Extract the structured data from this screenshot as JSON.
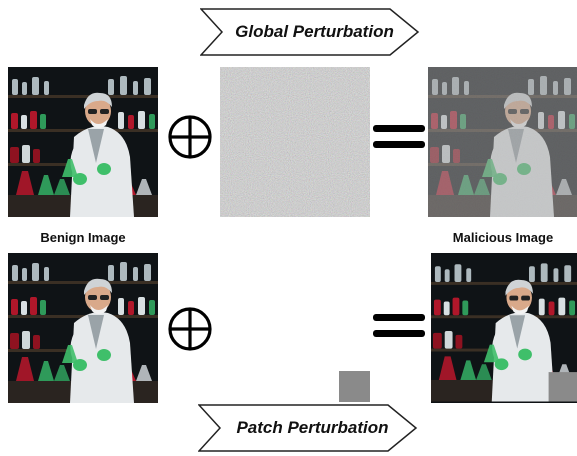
{
  "top_banner": {
    "label": "Global Perturbation"
  },
  "bottom_banner": {
    "label": "Patch Perturbation"
  },
  "captions": {
    "benign": "Benign Image",
    "malicious": "Malicious Image"
  },
  "symbols": {
    "plus": "⊕",
    "equals": "="
  },
  "colors": {
    "patch": "#8a8a8a",
    "noise_base": "#7f7f7f",
    "glove": "#3fbf6a",
    "liquid_red": "#b0172a",
    "liquid_green": "#2f9a5a"
  },
  "illustration": "scientist-lab-photo",
  "noise_panel": "random-noise-texture",
  "patch": "gray-square-patch"
}
